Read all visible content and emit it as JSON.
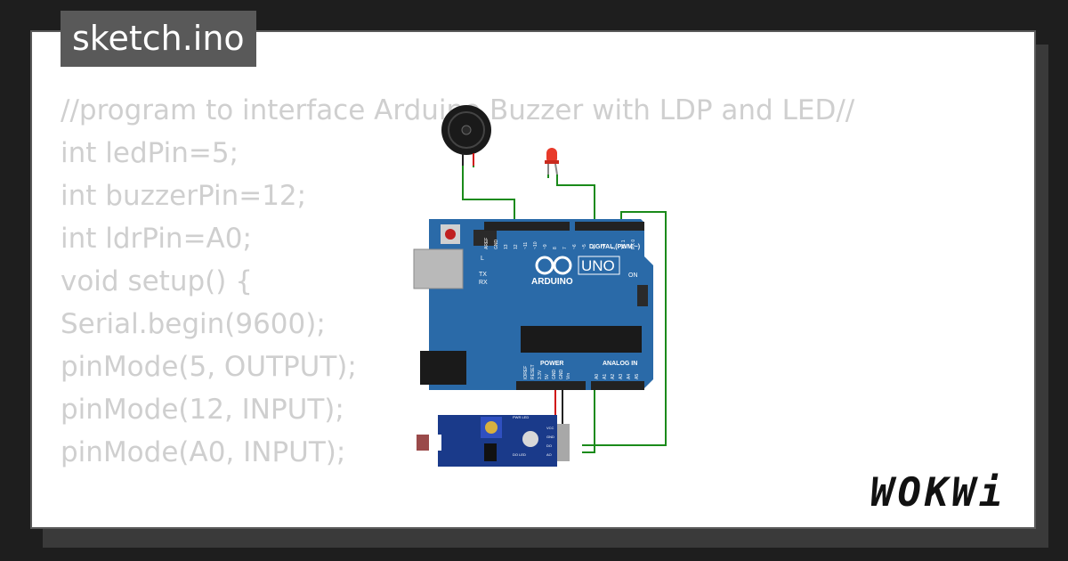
{
  "tab": {
    "filename": "sketch.ino"
  },
  "code_lines": [
    "//program to interface Arduino Buzzer with LDP and LED//",
    "int ledPin=5;",
    "int buzzerPin=12;",
    "int ldrPin=A0;",
    "void setup() {",
    "Serial.begin(9600);",
    "pinMode(5, OUTPUT);",
    "pinMode(12, INPUT);",
    "pinMode(A0, INPUT);"
  ],
  "board": {
    "logo_text": "ARDUINO",
    "model": "UNO",
    "on_label": "ON",
    "digital_label": "DIGITAL (PWM ~)",
    "power_label": "POWER",
    "analog_label": "ANALOG IN",
    "l_label": "L",
    "tx_label": "TX",
    "rx_label": "RX",
    "digital_pins": [
      "AREF",
      "GND",
      "13",
      "12",
      "~11",
      "~10",
      "~9",
      "8",
      "7",
      "~6",
      "~5",
      "4",
      "~3",
      "2",
      "TX 1",
      "RX 0"
    ],
    "power_pins": [
      "IOREF",
      "RESET",
      "3.3V",
      "5V",
      "GND",
      "GND",
      "Vin"
    ],
    "analog_pins": [
      "A0",
      "A1",
      "A2",
      "A3",
      "A4",
      "A5"
    ]
  },
  "ldr_module": {
    "pin_labels": [
      "VCC",
      "GND",
      "DO",
      "AO"
    ],
    "pwr_led_label": "PWR LED",
    "do_led_label": "DO LED"
  },
  "brand": {
    "name": "WOKWi"
  },
  "colors": {
    "board_blue": "#2a6aa8",
    "wire_green": "#1a8a1a",
    "wire_red": "#d01010",
    "led_red": "#e83a2a"
  }
}
